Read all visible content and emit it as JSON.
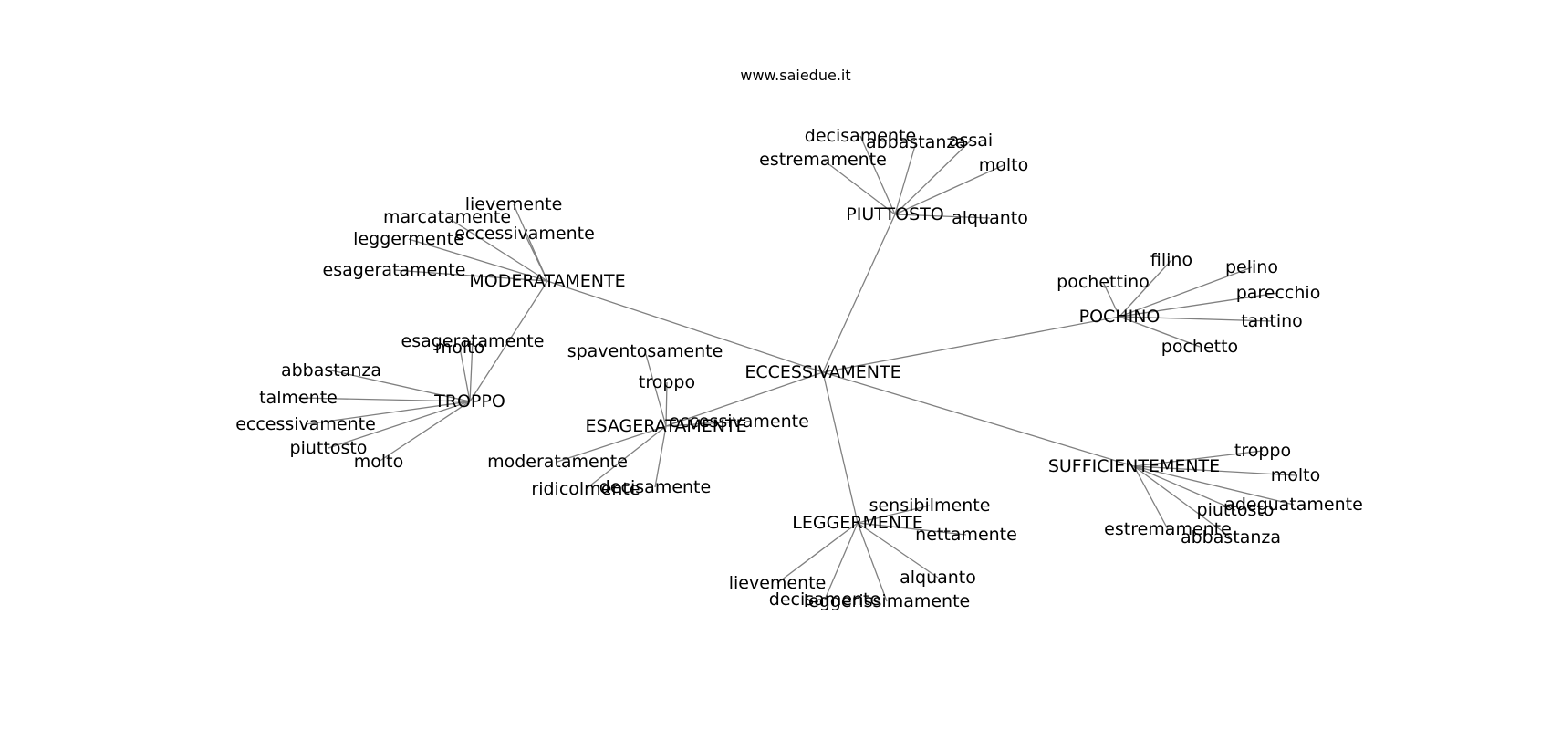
{
  "header": {
    "site": "www.saiedue.it"
  },
  "diagram": {
    "root": "ECCESSIVAMENTE",
    "hubs": [
      {
        "label": "PIUTTOSTO",
        "leaves": [
          "decisamente",
          "abbastanza",
          "assai",
          "estremamente",
          "molto",
          "alquanto"
        ]
      },
      {
        "label": "MODERATAMENTE",
        "leaves": [
          "lievemente",
          "marcatamente",
          "eccessivamente",
          "leggermente",
          "esageratamente"
        ]
      },
      {
        "label": "POCHINO",
        "leaves": [
          "filino",
          "pelino",
          "pochettino",
          "parecchio",
          "tantino",
          "pochetto"
        ]
      },
      {
        "label": "TROPPO",
        "parent": "MODERATAMENTE",
        "leaves": [
          "esageratamente",
          "molto",
          "abbastanza",
          "talmente",
          "eccessivamente",
          "piuttosto",
          "molto"
        ]
      },
      {
        "label": "ESAGERATAMENTE",
        "leaves": [
          "spaventosamente",
          "troppo",
          "eccessivamente",
          "moderatamente",
          "ridicolmente",
          "decisamente"
        ]
      },
      {
        "label": "SUFFICIENTEMENTE",
        "leaves": [
          "troppo",
          "molto",
          "adeguatamente",
          "piuttosto",
          "estremamente",
          "abbastanza"
        ]
      },
      {
        "label": "LEGGERMENTE",
        "leaves": [
          "sensibilmente",
          "nettamente",
          "alquanto",
          "lievemente",
          "decisamente",
          "leggerissimamente"
        ]
      }
    ]
  },
  "colors": {
    "edge": "#808080",
    "text": "#000000",
    "background": "#ffffff"
  }
}
